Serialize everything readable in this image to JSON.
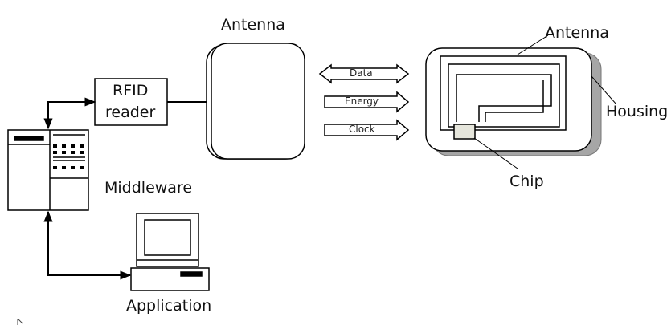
{
  "labels": {
    "antenna_top": "Antenna",
    "antenna_tag": "Antenna",
    "rfid_line1": "RFID",
    "rfid_line2": "reader",
    "middleware": "Middleware",
    "application": "Application",
    "housing": "Housing",
    "chip": "Chip"
  },
  "arrows": {
    "data": "Data",
    "energy": "Energy",
    "clock": "Clock"
  },
  "colors": {
    "stroke": "#000000",
    "housing_shadow": "#a6a6a6",
    "chip_fill": "#e6e6dc"
  }
}
